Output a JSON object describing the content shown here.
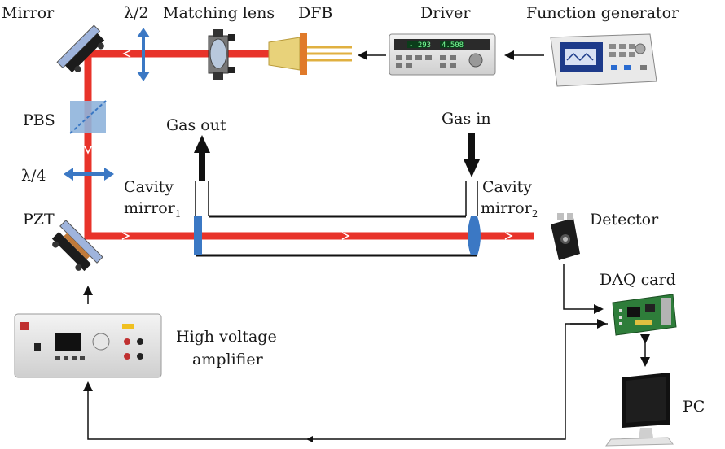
{
  "labels": {
    "mirror": "Mirror",
    "half_wave": "λ/2",
    "matching_lens": "Matching lens",
    "dfb": "DFB",
    "driver": "Driver",
    "function_generator": "Function generator",
    "pbs": "PBS",
    "quarter_wave": "λ/4",
    "gas_out": "Gas out",
    "gas_in": "Gas in",
    "cavity_mirror1_line1": "Cavity",
    "cavity_mirror1_line2": "mirror",
    "cavity_mirror1_sub": "1",
    "cavity_mirror2_line1": "Cavity",
    "cavity_mirror2_line2": "mirror",
    "cavity_mirror2_sub": "2",
    "pzt": "PZT",
    "detector": "Detector",
    "daq_card": "DAQ card",
    "hv_line1": "High voltage",
    "hv_line2": "amplifier",
    "pc": "PC"
  },
  "colors": {
    "laser": "#e8332a",
    "optic_blue": "#3b78c4",
    "pbs_fill": "#8fb4dc",
    "mirror_face": "#9fb4dc",
    "black": "#111111",
    "dfb_body": "#e8d27a",
    "dfb_flange": "#e07a2a",
    "pcb_green": "#2e7d3a"
  },
  "icons": {
    "function_generator": "oscilloscope-icon",
    "driver": "laser-driver-icon",
    "detector": "photodetector-icon",
    "daq": "circuit-board-icon",
    "pc": "computer-monitor-icon",
    "hv_amp": "power-supply-icon"
  }
}
